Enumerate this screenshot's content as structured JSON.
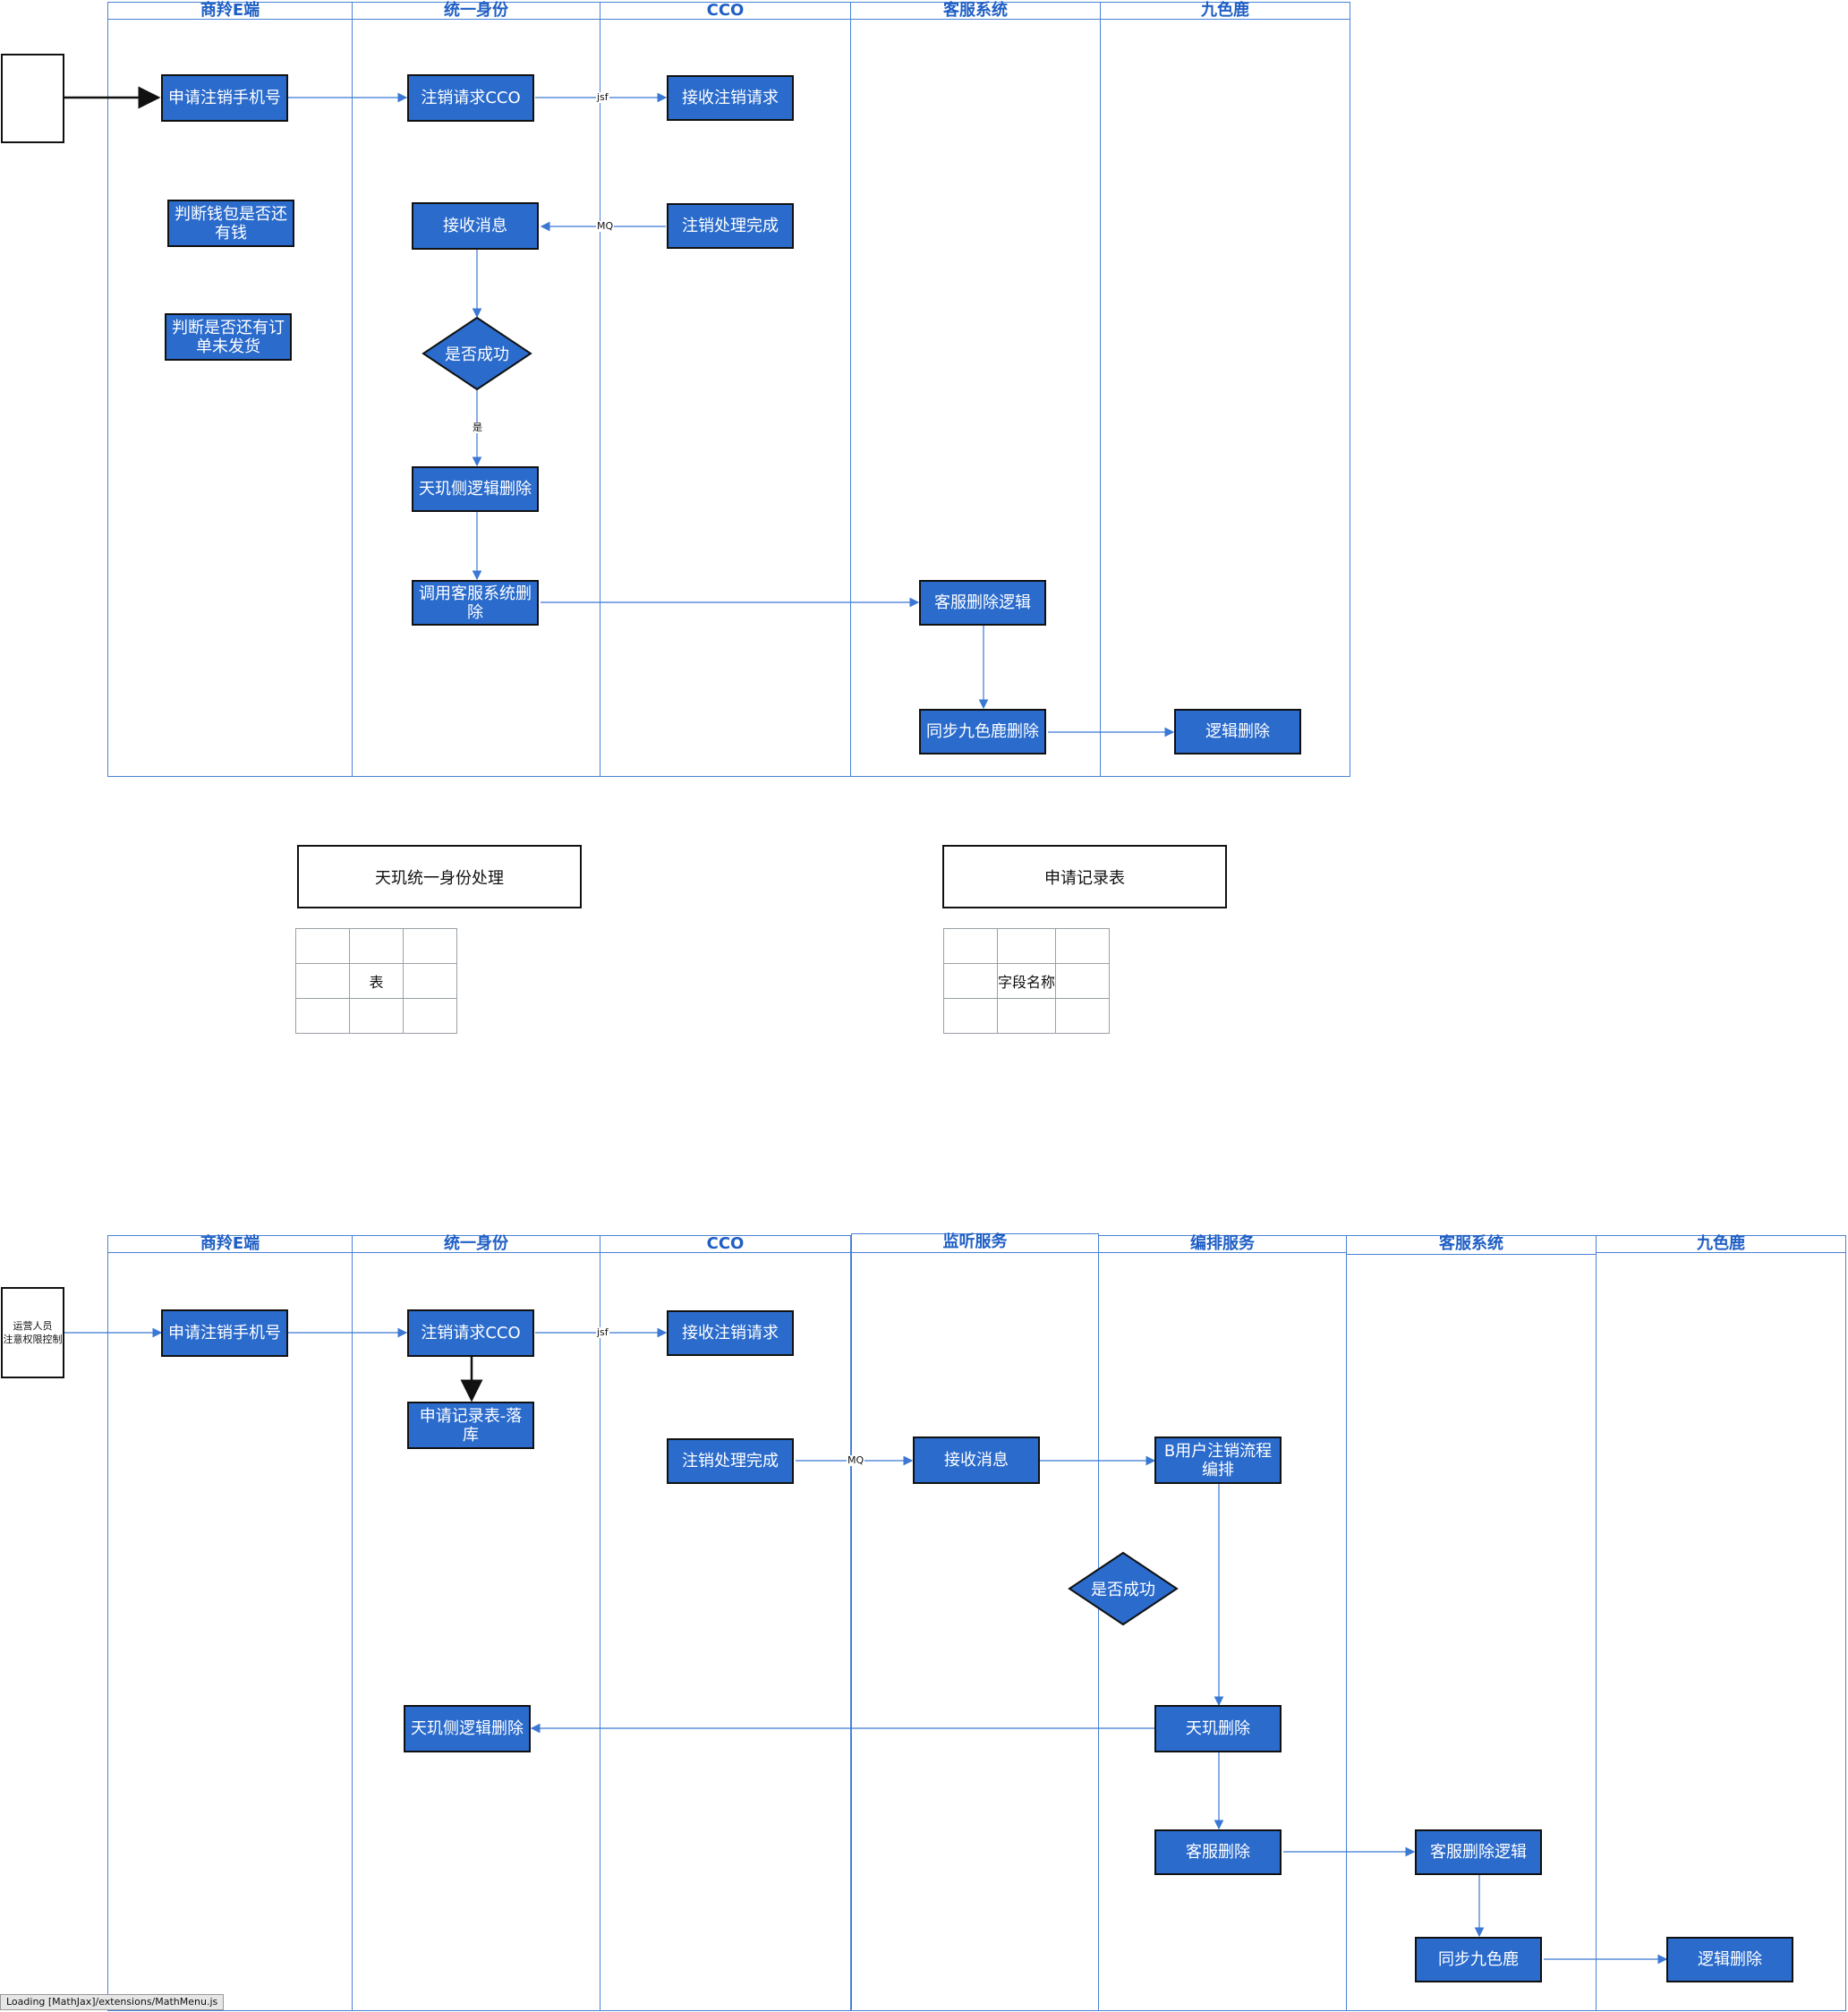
{
  "top": {
    "lanes": [
      "商羚E端",
      "统一身份",
      "CCO",
      "客服系统",
      "九色鹿"
    ],
    "nodes": {
      "apply_cancel": "申请注销手机号",
      "check_wallet": "判断钱包是否还有钱",
      "check_orders": "判断是否还有订单未发货",
      "cancel_req_cco": "注销请求CCO",
      "recv_msg": "接收消息",
      "is_success": "是否成功",
      "tianji_delete": "天玑侧逻辑删除",
      "call_cs_delete": "调用客服系统删除",
      "recv_cancel_req": "接收注销请求",
      "cancel_done": "注销处理完成",
      "cs_delete_logic": "客服删除逻辑",
      "sync_jsl_delete": "同步九色鹿删除",
      "logic_delete": "逻辑删除"
    },
    "edge_labels": {
      "jsf": "jsf",
      "mq": "MQ",
      "yes": "是"
    }
  },
  "middle": {
    "tianji_box": "天玑统一身份处理",
    "record_box": "申请记录表",
    "table_left_center": "表",
    "table_right_center": "字段名称"
  },
  "bottom": {
    "lanes": [
      "商羚E端",
      "统一身份",
      "CCO",
      "监听服务",
      "编排服务",
      "客服系统",
      "九色鹿"
    ],
    "actor": "运营人员\n注意权限控制",
    "nodes": {
      "apply_cancel": "申请注销手机号",
      "cancel_req_cco": "注销请求CCO",
      "record_persist": "申请记录表-落库",
      "tianji_delete": "天玑侧逻辑删除",
      "recv_cancel_req": "接收注销请求",
      "cancel_done": "注销处理完成",
      "recv_msg": "接收消息",
      "b_user_flow": "B用户注销流程编排",
      "is_success": "是否成功",
      "tianji_del": "天玑删除",
      "cs_del": "客服删除",
      "cs_delete_logic": "客服删除逻辑",
      "sync_jsl": "同步九色鹿",
      "logic_delete": "逻辑删除"
    },
    "edge_labels": {
      "jsf": "jsf",
      "mq": "MQ"
    }
  },
  "status_bar": "Loading [MathJax]/extensions/MathMenu.js"
}
